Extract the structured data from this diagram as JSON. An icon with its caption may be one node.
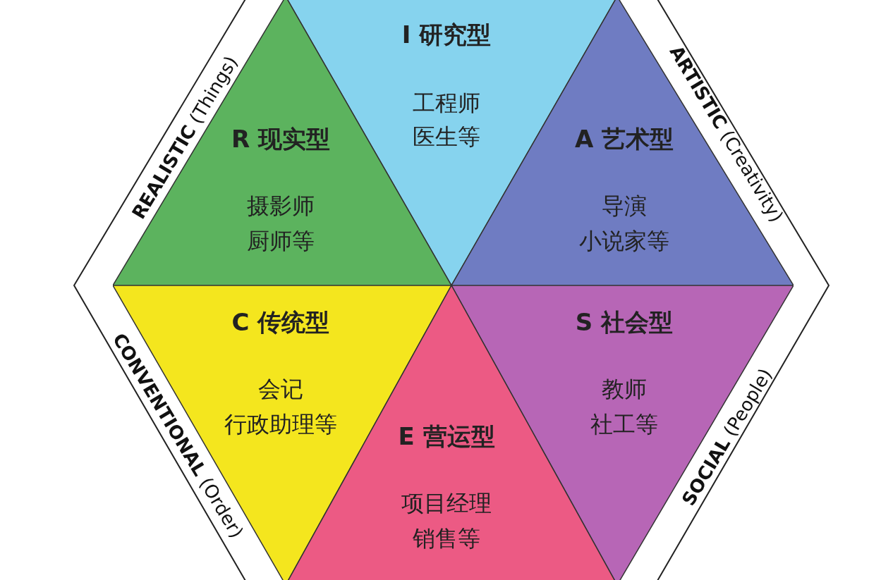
{
  "diagram": {
    "nodes": [
      {
        "text": [
          "I 研究型",
          "工程师",
          "医生等"
        ]
      },
      {
        "text": [
          "R 现实型",
          "摄影师",
          "厨师等"
        ]
      },
      {
        "text": [
          "A 艺术型",
          "导演",
          "小说家等"
        ]
      },
      {
        "text": [
          "C 传统型",
          "会记",
          "行政助理等"
        ]
      },
      {
        "text": [
          "S 社会型",
          "教师",
          "社工等"
        ]
      },
      {
        "text": [
          "E 营运型",
          "项目经理",
          "销售等"
        ]
      }
    ],
    "edges": [],
    "labels": [
      "**REALISTIC** (Things)",
      "**ARTISTIC** (Creativity)",
      "**CONVENTIONAL** (Order)",
      "**SOCIAL** (People)"
    ]
  }
}
